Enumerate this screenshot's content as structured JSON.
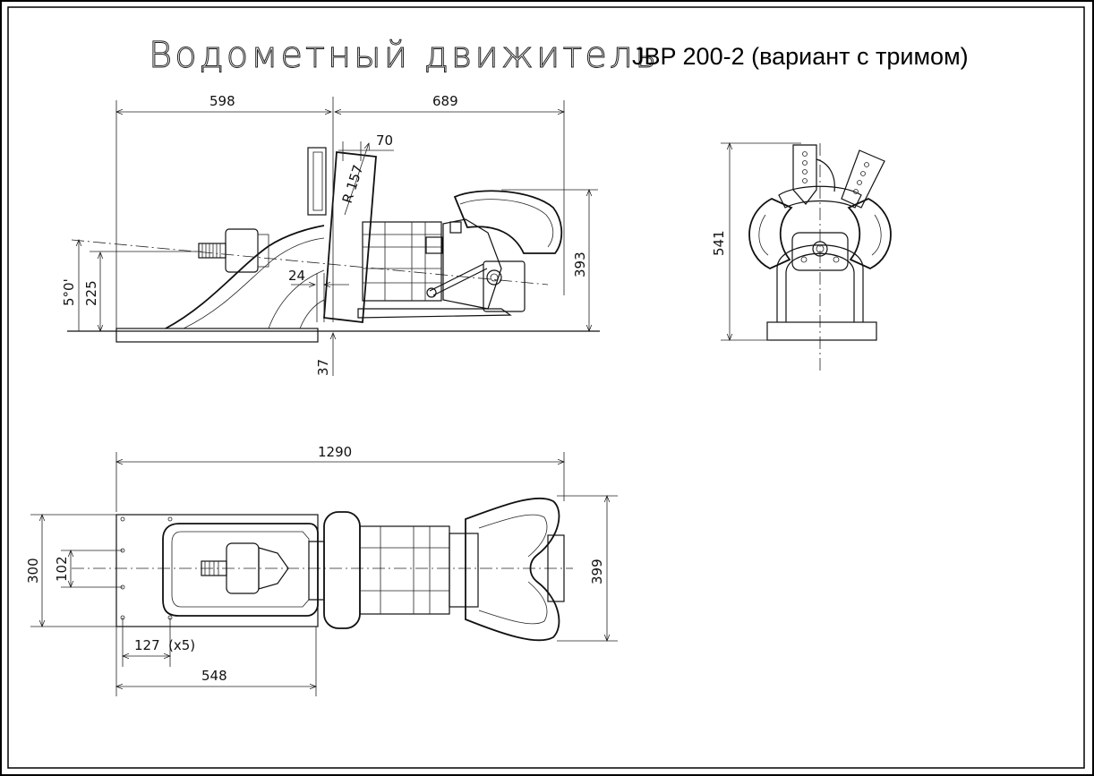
{
  "title": {
    "handwritten": "Водометный движитель",
    "model": "JBP 200-2 (вариант с тримом)"
  },
  "colors": {
    "line": "#111111",
    "background": "#ffffff",
    "frame": "#000000"
  },
  "side_view": {
    "dims": {
      "d598": "598",
      "d689": "689",
      "d70": "70",
      "r157": "R 157",
      "d393": "393",
      "d225": "225",
      "angle": "5°0'",
      "d24": "24",
      "d37": "37"
    }
  },
  "rear_view": {
    "dims": {
      "d541": "541"
    }
  },
  "top_view": {
    "dims": {
      "d1290": "1290",
      "d300": "300",
      "d102": "102",
      "d399": "399",
      "d127": "127",
      "x5": "(x5)",
      "d548": "548"
    }
  }
}
